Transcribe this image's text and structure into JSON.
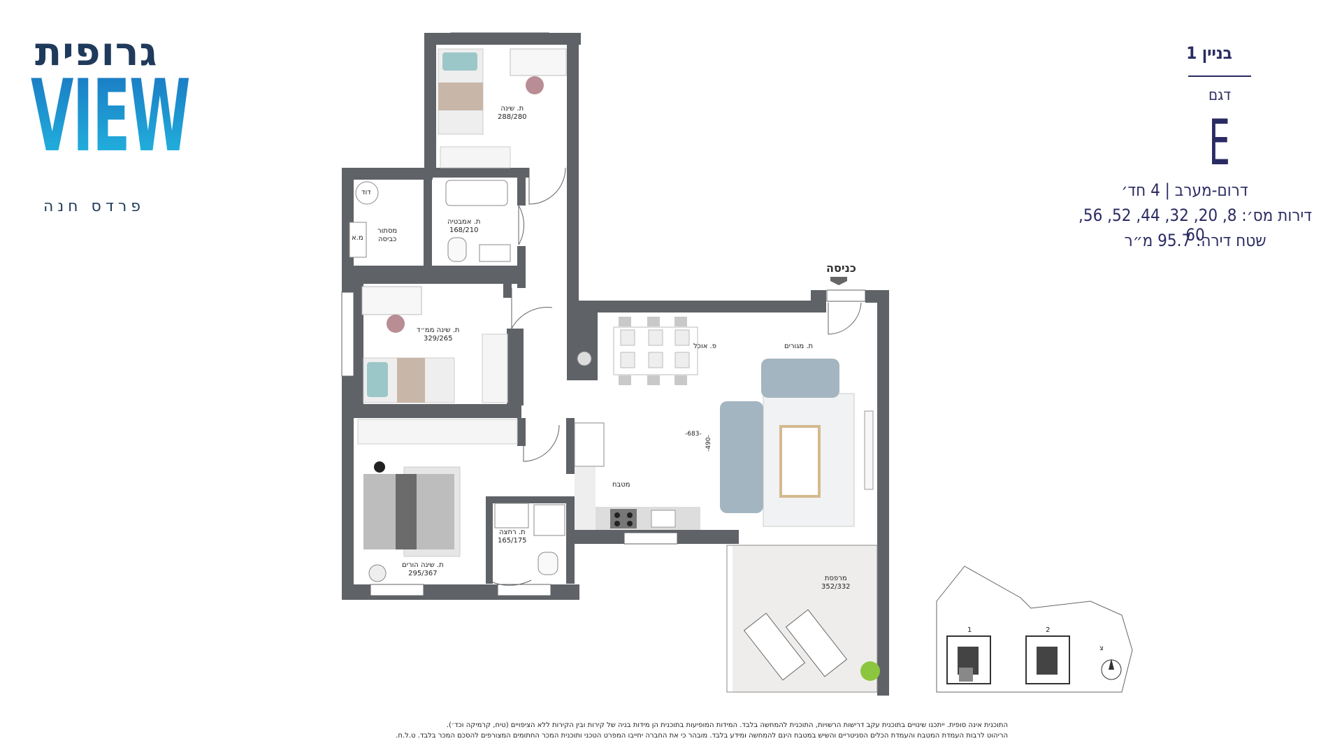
{
  "logo": {
    "hebrew_name": "גרופית",
    "brand": "VIEW",
    "subtitle": "פרדס חנה"
  },
  "info": {
    "building": "בניין 1",
    "model_label": "דגם",
    "model_letter": "E",
    "orientation": "דרום-מערב | 4 חד׳",
    "apartments": "דירות מס׳: 8, 20, 32, 44, 52, 56, 60",
    "area": "שטח דירה: 95.7 מ״ר"
  },
  "plan": {
    "entrance": "כניסה",
    "rooms": {
      "bedroom1_name": "ת. שינה",
      "bedroom1_size": "288/280",
      "bath_name": "ת. אמבטיה",
      "bath_size": "168/210",
      "storage_name": "מסתור",
      "storage_name2": "כביסה",
      "boiler": "דוד",
      "ac": "מ.א",
      "safe_room_name": "ת. שינה ממ״ד",
      "safe_room_size": "329/265",
      "master_name": "ת. שינה הורים",
      "master_size": "295/367",
      "shower_name": "ת. רחצה",
      "shower_size": "165/175",
      "kitchen_name": "מטבח",
      "dining_name": "פ. אוכל",
      "living_name": "ת. מגורים",
      "balcony_name": "מרפסת",
      "balcony_size": "352/332",
      "dim1": "-683-",
      "dim2": "-490-"
    }
  },
  "site_map": {
    "building1": "1",
    "building2": "2",
    "north": "צ"
  },
  "footer": {
    "line1": "התוכנית אינה סופית. ייתכנו שינויים בתוכנית עקב דרישות הרשויות, התוכנית להמחשה בלבד. המידות המופיעות בתוכנית הן מידות בניה של קירות ובין הקירות ללא הציפויים (טיח, קרמיקה וכד׳).",
    "line2": "הריהוט לרבות העמדת המטבח והעמדת הכלים הסניטריים והשיש במטבח הינם להמחשה ומידע בלבד. מובהר כי את החברה יחייבו המפרט הטכני ותוכנית המכר החתומים המצורפים להסכם המכר בלבד. ט.ל.ח."
  },
  "colors": {
    "wall": "#5f6266",
    "brand_blue": "#1a9fd4",
    "text_navy": "#2b2b63"
  }
}
